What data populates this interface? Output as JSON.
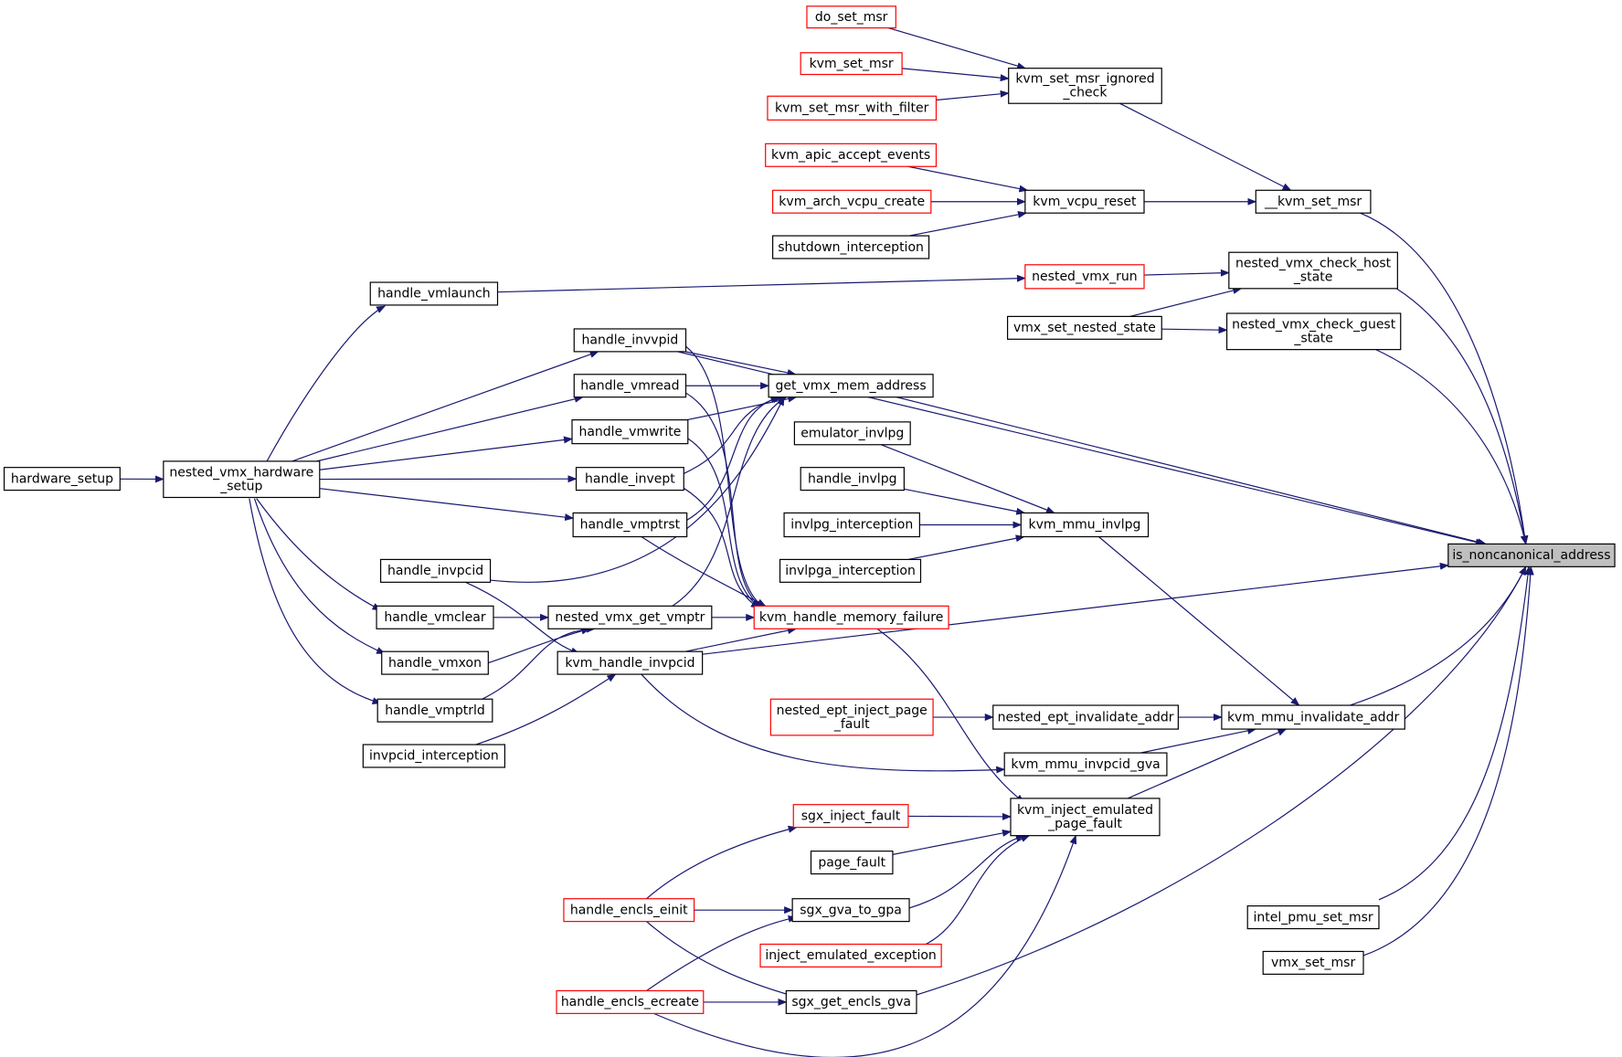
{
  "colors": {
    "edge": "#191970",
    "node_border": "#000000",
    "node_border_truncated": "#ff0000",
    "node_fill": "#ffffff",
    "focus_fill": "#bfbfbf"
  },
  "focus_node": "is_noncanonical_address",
  "nodes": [
    {
      "id": "do_set_msr",
      "lines": [
        "do_set_msr"
      ],
      "style": "red"
    },
    {
      "id": "kvm_set_msr",
      "lines": [
        "kvm_set_msr"
      ],
      "style": "red"
    },
    {
      "id": "kvm_set_msr_with_filter",
      "lines": [
        "kvm_set_msr_with_filter"
      ],
      "style": "red"
    },
    {
      "id": "kvm_set_msr_ignored_check",
      "lines": [
        "kvm_set_msr_ignored",
        "_check"
      ],
      "style": "black"
    },
    {
      "id": "kvm_apic_accept_events",
      "lines": [
        "kvm_apic_accept_events"
      ],
      "style": "red"
    },
    {
      "id": "kvm_arch_vcpu_create",
      "lines": [
        "kvm_arch_vcpu_create"
      ],
      "style": "red"
    },
    {
      "id": "shutdown_interception",
      "lines": [
        "shutdown_interception"
      ],
      "style": "black"
    },
    {
      "id": "kvm_vcpu_reset",
      "lines": [
        "kvm_vcpu_reset"
      ],
      "style": "black"
    },
    {
      "id": "__kvm_set_msr",
      "lines": [
        "__kvm_set_msr"
      ],
      "style": "black"
    },
    {
      "id": "nested_vmx_check_host_state",
      "lines": [
        "nested_vmx_check_host",
        "_state"
      ],
      "style": "black"
    },
    {
      "id": "nested_vmx_run",
      "lines": [
        "nested_vmx_run"
      ],
      "style": "red"
    },
    {
      "id": "vmx_set_nested_state",
      "lines": [
        "vmx_set_nested_state"
      ],
      "style": "black"
    },
    {
      "id": "nested_vmx_check_guest_state",
      "lines": [
        "nested_vmx_check_guest",
        "_state"
      ],
      "style": "black"
    },
    {
      "id": "handle_vmlaunch",
      "lines": [
        "handle_vmlaunch"
      ],
      "style": "black"
    },
    {
      "id": "handle_invvpid",
      "lines": [
        "handle_invvpid"
      ],
      "style": "black"
    },
    {
      "id": "get_vmx_mem_address",
      "lines": [
        "get_vmx_mem_address"
      ],
      "style": "black"
    },
    {
      "id": "handle_vmread",
      "lines": [
        "handle_vmread"
      ],
      "style": "black"
    },
    {
      "id": "handle_vmwrite",
      "lines": [
        "handle_vmwrite"
      ],
      "style": "black"
    },
    {
      "id": "emulator_invlpg",
      "lines": [
        "emulator_invlpg"
      ],
      "style": "black"
    },
    {
      "id": "hardware_setup",
      "lines": [
        "hardware_setup"
      ],
      "style": "black"
    },
    {
      "id": "nested_vmx_hardware_setup",
      "lines": [
        "nested_vmx_hardware",
        "_setup"
      ],
      "style": "black"
    },
    {
      "id": "handle_invept",
      "lines": [
        "handle_invept"
      ],
      "style": "black"
    },
    {
      "id": "handle_invlpg",
      "lines": [
        "handle_invlpg"
      ],
      "style": "black"
    },
    {
      "id": "handle_vmptrst",
      "lines": [
        "handle_vmptrst"
      ],
      "style": "black"
    },
    {
      "id": "invlpg_interception",
      "lines": [
        "invlpg_interception"
      ],
      "style": "black"
    },
    {
      "id": "kvm_mmu_invlpg",
      "lines": [
        "kvm_mmu_invlpg"
      ],
      "style": "black"
    },
    {
      "id": "is_noncanonical_address",
      "lines": [
        "is_noncanonical_address"
      ],
      "style": "focus"
    },
    {
      "id": "handle_invpcid",
      "lines": [
        "handle_invpcid"
      ],
      "style": "black"
    },
    {
      "id": "invlpga_interception",
      "lines": [
        "invlpga_interception"
      ],
      "style": "black"
    },
    {
      "id": "handle_vmclear",
      "lines": [
        "handle_vmclear"
      ],
      "style": "black"
    },
    {
      "id": "nested_vmx_get_vmptr",
      "lines": [
        "nested_vmx_get_vmptr"
      ],
      "style": "black"
    },
    {
      "id": "kvm_handle_memory_failure",
      "lines": [
        "kvm_handle_memory_failure"
      ],
      "style": "red"
    },
    {
      "id": "handle_vmxon",
      "lines": [
        "handle_vmxon"
      ],
      "style": "black"
    },
    {
      "id": "kvm_handle_invpcid",
      "lines": [
        "kvm_handle_invpcid"
      ],
      "style": "black"
    },
    {
      "id": "handle_vmptrld",
      "lines": [
        "handle_vmptrld"
      ],
      "style": "black"
    },
    {
      "id": "nested_ept_inject_page_fault",
      "lines": [
        "nested_ept_inject_page",
        "_fault"
      ],
      "style": "red"
    },
    {
      "id": "nested_ept_invalidate_addr",
      "lines": [
        "nested_ept_invalidate_addr"
      ],
      "style": "black"
    },
    {
      "id": "kvm_mmu_invalidate_addr",
      "lines": [
        "kvm_mmu_invalidate_addr"
      ],
      "style": "black"
    },
    {
      "id": "invpcid_interception",
      "lines": [
        "invpcid_interception"
      ],
      "style": "black"
    },
    {
      "id": "kvm_mmu_invpcid_gva",
      "lines": [
        "kvm_mmu_invpcid_gva"
      ],
      "style": "black"
    },
    {
      "id": "sgx_inject_fault",
      "lines": [
        "sgx_inject_fault"
      ],
      "style": "red"
    },
    {
      "id": "kvm_inject_emulated_page_fault",
      "lines": [
        "kvm_inject_emulated",
        "_page_fault"
      ],
      "style": "black"
    },
    {
      "id": "page_fault",
      "lines": [
        "page_fault"
      ],
      "style": "black"
    },
    {
      "id": "handle_encls_einit",
      "lines": [
        "handle_encls_einit"
      ],
      "style": "red"
    },
    {
      "id": "sgx_gva_to_gpa",
      "lines": [
        "sgx_gva_to_gpa"
      ],
      "style": "black"
    },
    {
      "id": "intel_pmu_set_msr",
      "lines": [
        "intel_pmu_set_msr"
      ],
      "style": "black"
    },
    {
      "id": "inject_emulated_exception",
      "lines": [
        "inject_emulated_exception"
      ],
      "style": "red"
    },
    {
      "id": "vmx_set_msr",
      "lines": [
        "vmx_set_msr"
      ],
      "style": "black"
    },
    {
      "id": "handle_encls_ecreate",
      "lines": [
        "handle_encls_ecreate"
      ],
      "style": "red"
    },
    {
      "id": "sgx_get_encls_gva",
      "lines": [
        "sgx_get_encls_gva"
      ],
      "style": "black"
    }
  ],
  "edges": [
    [
      "do_set_msr",
      "kvm_set_msr_ignored_check"
    ],
    [
      "kvm_set_msr",
      "kvm_set_msr_ignored_check"
    ],
    [
      "kvm_set_msr_with_filter",
      "kvm_set_msr_ignored_check"
    ],
    [
      "kvm_set_msr_ignored_check",
      "__kvm_set_msr"
    ],
    [
      "kvm_apic_accept_events",
      "kvm_vcpu_reset"
    ],
    [
      "kvm_arch_vcpu_create",
      "kvm_vcpu_reset"
    ],
    [
      "shutdown_interception",
      "kvm_vcpu_reset"
    ],
    [
      "kvm_vcpu_reset",
      "__kvm_set_msr"
    ],
    [
      "__kvm_set_msr",
      "is_noncanonical_address"
    ],
    [
      "handle_vmlaunch",
      "nested_vmx_run"
    ],
    [
      "nested_vmx_run",
      "nested_vmx_check_host_state"
    ],
    [
      "vmx_set_nested_state",
      "nested_vmx_check_host_state"
    ],
    [
      "vmx_set_nested_state",
      "nested_vmx_check_guest_state"
    ],
    [
      "nested_vmx_check_host_state",
      "is_noncanonical_address"
    ],
    [
      "nested_vmx_check_guest_state",
      "is_noncanonical_address"
    ],
    [
      "hardware_setup",
      "nested_vmx_hardware_setup"
    ],
    [
      "nested_vmx_hardware_setup",
      "handle_vmlaunch"
    ],
    [
      "nested_vmx_hardware_setup",
      "handle_invvpid"
    ],
    [
      "nested_vmx_hardware_setup",
      "handle_vmread"
    ],
    [
      "nested_vmx_hardware_setup",
      "handle_vmwrite"
    ],
    [
      "nested_vmx_hardware_setup",
      "handle_invept"
    ],
    [
      "nested_vmx_hardware_setup",
      "handle_vmptrst"
    ],
    [
      "nested_vmx_hardware_setup",
      "handle_vmclear"
    ],
    [
      "nested_vmx_hardware_setup",
      "handle_vmxon"
    ],
    [
      "nested_vmx_hardware_setup",
      "handle_vmptrld"
    ],
    [
      "handle_invvpid",
      "get_vmx_mem_address"
    ],
    [
      "handle_vmread",
      "get_vmx_mem_address"
    ],
    [
      "handle_vmwrite",
      "get_vmx_mem_address"
    ],
    [
      "handle_invept",
      "get_vmx_mem_address"
    ],
    [
      "handle_vmptrst",
      "get_vmx_mem_address"
    ],
    [
      "handle_invpcid",
      "get_vmx_mem_address"
    ],
    [
      "nested_vmx_get_vmptr",
      "get_vmx_mem_address"
    ],
    [
      "handle_invvpid",
      "kvm_handle_memory_failure"
    ],
    [
      "handle_vmread",
      "kvm_handle_memory_failure"
    ],
    [
      "handle_vmwrite",
      "kvm_handle_memory_failure"
    ],
    [
      "handle_invept",
      "kvm_handle_memory_failure"
    ],
    [
      "handle_vmptrst",
      "kvm_handle_memory_failure"
    ],
    [
      "nested_vmx_get_vmptr",
      "kvm_handle_memory_failure"
    ],
    [
      "kvm_handle_invpcid",
      "kvm_handle_memory_failure"
    ],
    [
      "handle_vmclear",
      "nested_vmx_get_vmptr"
    ],
    [
      "handle_vmxon",
      "nested_vmx_get_vmptr"
    ],
    [
      "handle_vmptrld",
      "nested_vmx_get_vmptr"
    ],
    [
      "handle_invpcid",
      "kvm_handle_invpcid"
    ],
    [
      "invpcid_interception",
      "kvm_handle_invpcid"
    ],
    [
      "handle_invvpid",
      "is_noncanonical_address"
    ],
    [
      "get_vmx_mem_address",
      "is_noncanonical_address"
    ],
    [
      "kvm_handle_invpcid",
      "is_noncanonical_address"
    ],
    [
      "emulator_invlpg",
      "kvm_mmu_invlpg"
    ],
    [
      "handle_invlpg",
      "kvm_mmu_invlpg"
    ],
    [
      "invlpg_interception",
      "kvm_mmu_invlpg"
    ],
    [
      "invlpga_interception",
      "kvm_mmu_invlpg"
    ],
    [
      "kvm_mmu_invlpg",
      "kvm_mmu_invalidate_addr"
    ],
    [
      "nested_ept_inject_page_fault",
      "nested_ept_invalidate_addr"
    ],
    [
      "nested_ept_invalidate_addr",
      "kvm_mmu_invalidate_addr"
    ],
    [
      "kvm_mmu_invpcid_gva",
      "kvm_mmu_invalidate_addr"
    ],
    [
      "kvm_inject_emulated_page_fault",
      "kvm_mmu_invalidate_addr"
    ],
    [
      "kvm_mmu_invalidate_addr",
      "is_noncanonical_address"
    ],
    [
      "kvm_handle_invpcid",
      "kvm_mmu_invpcid_gva"
    ],
    [
      "kvm_handle_memory_failure",
      "kvm_inject_emulated_page_fault"
    ],
    [
      "sgx_inject_fault",
      "kvm_inject_emulated_page_fault"
    ],
    [
      "page_fault",
      "kvm_inject_emulated_page_fault"
    ],
    [
      "sgx_gva_to_gpa",
      "kvm_inject_emulated_page_fault"
    ],
    [
      "inject_emulated_exception",
      "kvm_inject_emulated_page_fault"
    ],
    [
      "handle_encls_ecreate",
      "kvm_inject_emulated_page_fault"
    ],
    [
      "handle_encls_einit",
      "sgx_inject_fault"
    ],
    [
      "handle_encls_einit",
      "sgx_gva_to_gpa"
    ],
    [
      "handle_encls_einit",
      "sgx_get_encls_gva"
    ],
    [
      "handle_encls_ecreate",
      "sgx_gva_to_gpa"
    ],
    [
      "handle_encls_ecreate",
      "sgx_get_encls_gva"
    ],
    [
      "sgx_get_encls_gva",
      "is_noncanonical_address"
    ],
    [
      "intel_pmu_set_msr",
      "is_noncanonical_address"
    ],
    [
      "vmx_set_msr",
      "is_noncanonical_address"
    ]
  ]
}
